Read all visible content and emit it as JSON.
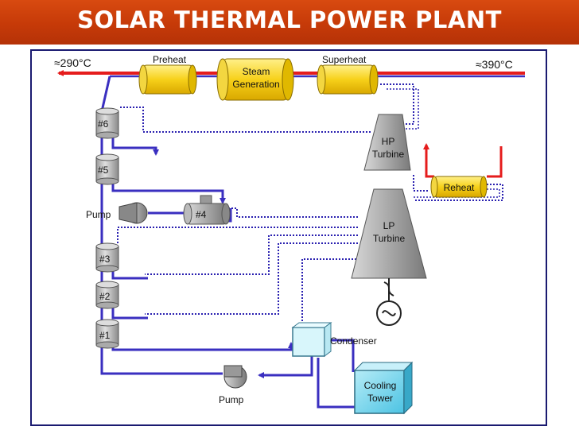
{
  "title": "SOLAR THERMAL POWER PLANT",
  "temps": {
    "low": "≈290°C",
    "high": "≈390°C"
  },
  "heaters": {
    "preheat": "Preheat",
    "steam_line1": "Steam",
    "steam_line2": "Generation",
    "superheat": "Superheat"
  },
  "turbines": {
    "hp_line1": "HP",
    "hp_line2": "Turbine",
    "lp_line1": "LP",
    "lp_line2": "Turbine"
  },
  "reheat": "Reheat",
  "feedwater_heaters": [
    "#6",
    "#5",
    "#4",
    "#3",
    "#2",
    "#1"
  ],
  "pump_labels": {
    "upper": "Pump",
    "lower": "Pump"
  },
  "condenser": "Condenser",
  "cooling_tower": {
    "line1": "Cooling",
    "line2": "Tower"
  },
  "colors": {
    "title_bar": "#c63a08",
    "hot_line": "#e51c1c",
    "water_line": "#3a2fc0",
    "steam_dotted": "#2a20b0",
    "frame": "#1a1a70",
    "heater_fill": "#f7d11a",
    "reheat_fill": "#f7c400",
    "turbine_fill": "#a8a8a8",
    "condenser_fill": "#d8f6fb",
    "tower_fill": "#7fd8ee"
  },
  "icons": {
    "generator": "generator-icon",
    "pump": "pump-icon"
  }
}
